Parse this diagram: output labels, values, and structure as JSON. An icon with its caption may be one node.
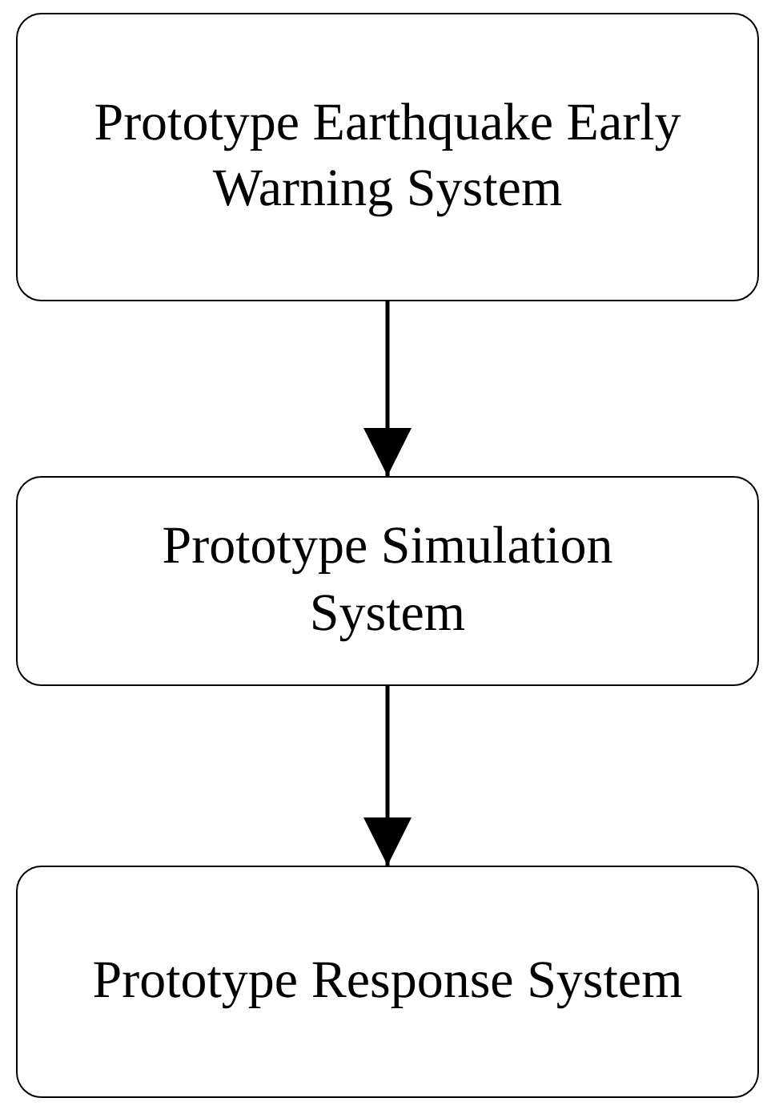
{
  "diagram": {
    "nodes": [
      {
        "text": [
          "Prototype Earthquake Early Warning System"
        ]
      },
      {
        "text": [
          "Prototype Simulation System"
        ]
      },
      {
        "text": [
          "Prototype Response System"
        ]
      }
    ],
    "edges": [
      {
        "from": 0,
        "to": 1,
        "arrow": "to"
      },
      {
        "from": 1,
        "to": 2,
        "arrow": "to"
      }
    ]
  }
}
